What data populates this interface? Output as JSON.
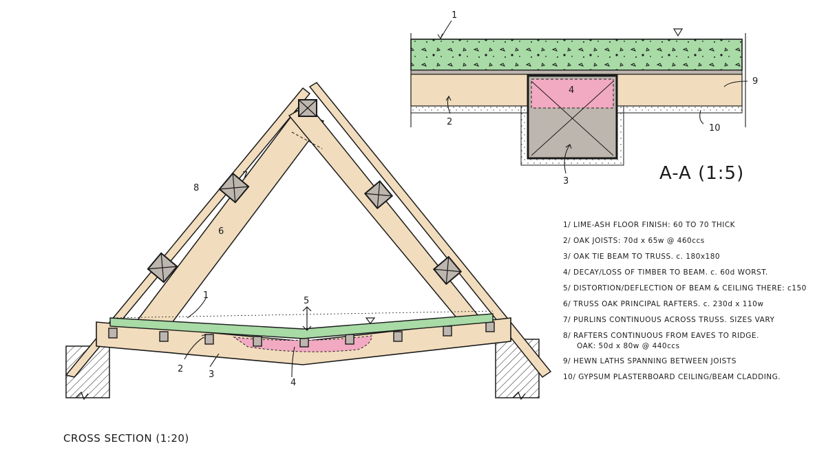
{
  "cross_section": {
    "title": "CROSS SECTION (1:20)",
    "callouts": {
      "c1": "1",
      "c2": "2",
      "c3": "3",
      "c4": "4",
      "c5": "5",
      "c6": "6",
      "c7": "7",
      "c8": "8"
    }
  },
  "detail": {
    "title": "A-A (1:5)",
    "callouts": {
      "c1": "1",
      "c2": "2",
      "c3": "3",
      "c4": "4",
      "c9": "9",
      "c10": "10"
    }
  },
  "notes": [
    "1/ LIME-ASH FLOOR FINISH: 60 TO 70 THICK",
    "2/ OAK JOISTS: 70d x 65w @ 460ccs",
    "3/ OAK TIE BEAM TO TRUSS. c. 180x180",
    "4/ DECAY/LOSS OF TIMBER TO BEAM. c. 60d WORST.",
    "5/ DISTORTION/DEFLECTION OF BEAM & CEILING THERE: c150",
    "6/ TRUSS OAK PRINCIPAL RAFTERS. c. 230d x 110w",
    "7/ PURLINS CONTINUOUS ACROSS TRUSS. SIZES VARY",
    "8/ RAFTERS CONTINUOUS FROM EAVES TO RIDGE.",
    "OAK: 50d x 80w @ 440ccs",
    "9/ HEWN LATHS SPANNING BETWEEN JOISTS",
    "10/ GYPSUM PLASTERBOARD CEILING/BEAM CLADDING."
  ],
  "colors": {
    "timber": "#f1dcbd",
    "lime_ash": "#a8dba6",
    "decay": "#f2a9c2",
    "beam_core": "#bdb6ae",
    "masonry": "#ffffff",
    "ink": "#1a1a1a"
  }
}
